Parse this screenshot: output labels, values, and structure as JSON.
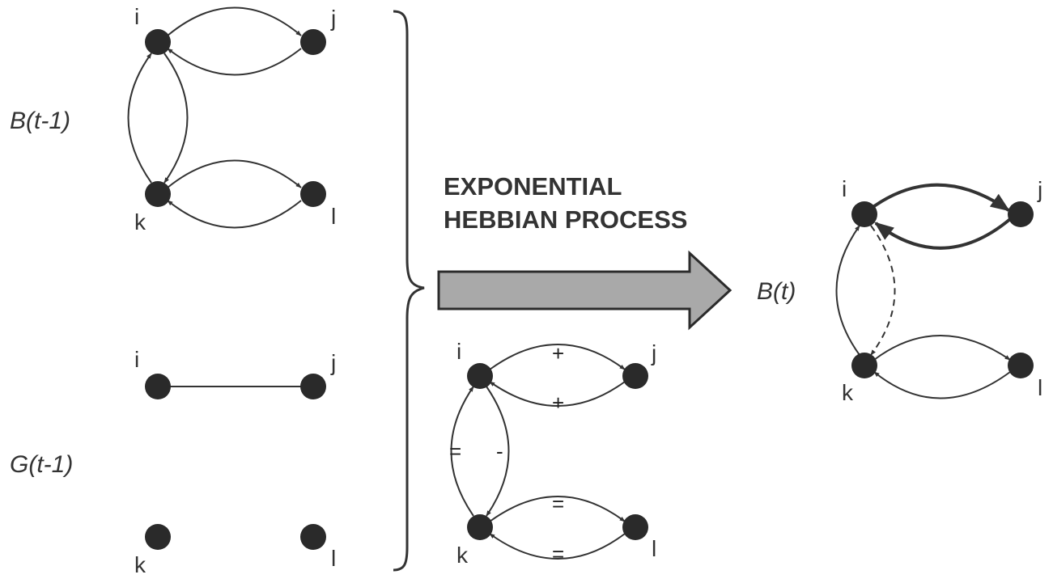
{
  "process_title": [
    "EXPONENTIAL",
    "HEBBIAN PROCESS"
  ],
  "graphs": {
    "b_prev": "B(t-1)",
    "g_prev": "G(t-1)",
    "b_next": "B(t)"
  },
  "node_labels": {
    "b_prev": [
      "i",
      "j",
      "k",
      "l"
    ],
    "g_prev": [
      "i",
      "j",
      "k",
      "l"
    ],
    "mid": [
      "i",
      "j",
      "k",
      "l"
    ],
    "b_next": [
      "i",
      "j",
      "k",
      "l"
    ]
  },
  "edge_signs": {
    "i_to_j": "+",
    "j_to_i": "+",
    "k_to_i": "=",
    "i_to_k": "-",
    "k_to_l": "=",
    "l_to_k": "="
  },
  "colors": {
    "node": "#2a2a2a",
    "stroke": "#333333",
    "arrow_fill": "#a9a9a9"
  }
}
